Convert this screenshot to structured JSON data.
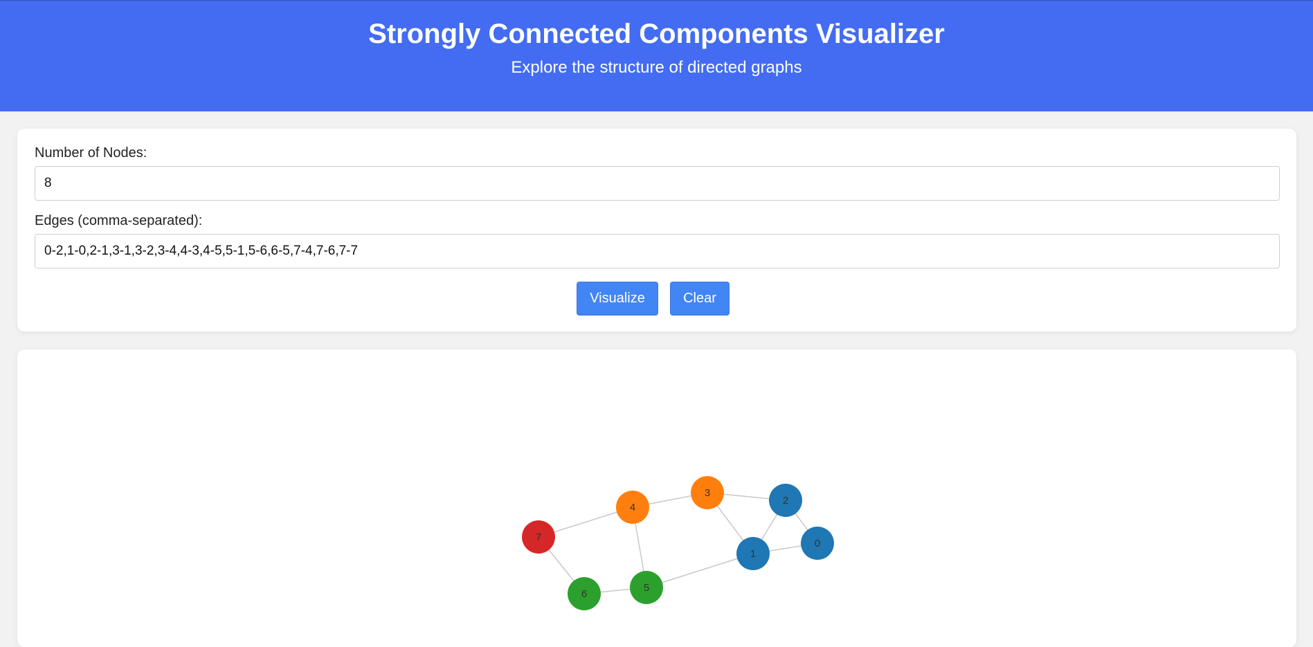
{
  "header": {
    "title": "Strongly Connected Components Visualizer",
    "subtitle": "Explore the structure of directed graphs"
  },
  "form": {
    "nodes_label": "Number of Nodes:",
    "nodes_value": "8",
    "edges_label": "Edges (comma-separated):",
    "edges_value": "0-2,1-0,2-1,3-1,3-2,3-4,4-3,4-5,5-1,5-6,6-5,7-4,7-6,7-7",
    "visualize_label": "Visualize",
    "clear_label": "Clear"
  },
  "graph": {
    "component_colors": {
      "blue": "#1f77b4",
      "orange": "#ff7f0e",
      "green": "#2ca02c",
      "red": "#d62728"
    },
    "nodes": [
      {
        "id": "0",
        "component": "blue"
      },
      {
        "id": "1",
        "component": "blue"
      },
      {
        "id": "2",
        "component": "blue"
      },
      {
        "id": "3",
        "component": "orange"
      },
      {
        "id": "4",
        "component": "orange"
      },
      {
        "id": "5",
        "component": "green"
      },
      {
        "id": "6",
        "component": "green"
      },
      {
        "id": "7",
        "component": "red"
      }
    ],
    "edge_color": "#c8c8c8"
  }
}
